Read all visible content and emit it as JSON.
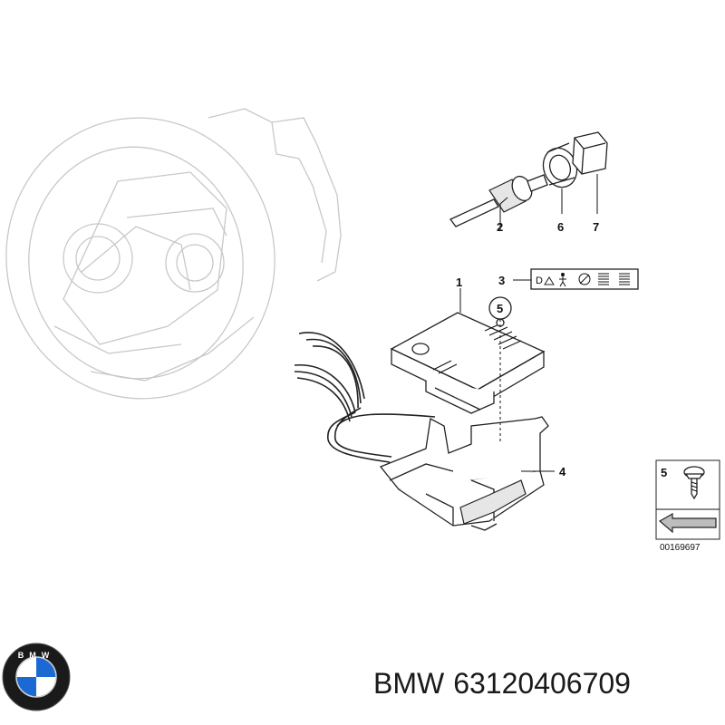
{
  "callouts": {
    "part_1": "1",
    "part_2": "2",
    "part_3": "3",
    "part_4": "4",
    "part_5": "5",
    "part_6": "6",
    "part_7": "7",
    "legend_5": "5"
  },
  "diagram_number": "00169697",
  "logo": {
    "name": "bmw-roundel",
    "text": "BMW",
    "colors": {
      "ring": "#1a1a1a",
      "blue": "#1c69d4",
      "white": "#ffffff"
    }
  },
  "caption": {
    "brand": "BMW",
    "part_number": "63120406709"
  }
}
